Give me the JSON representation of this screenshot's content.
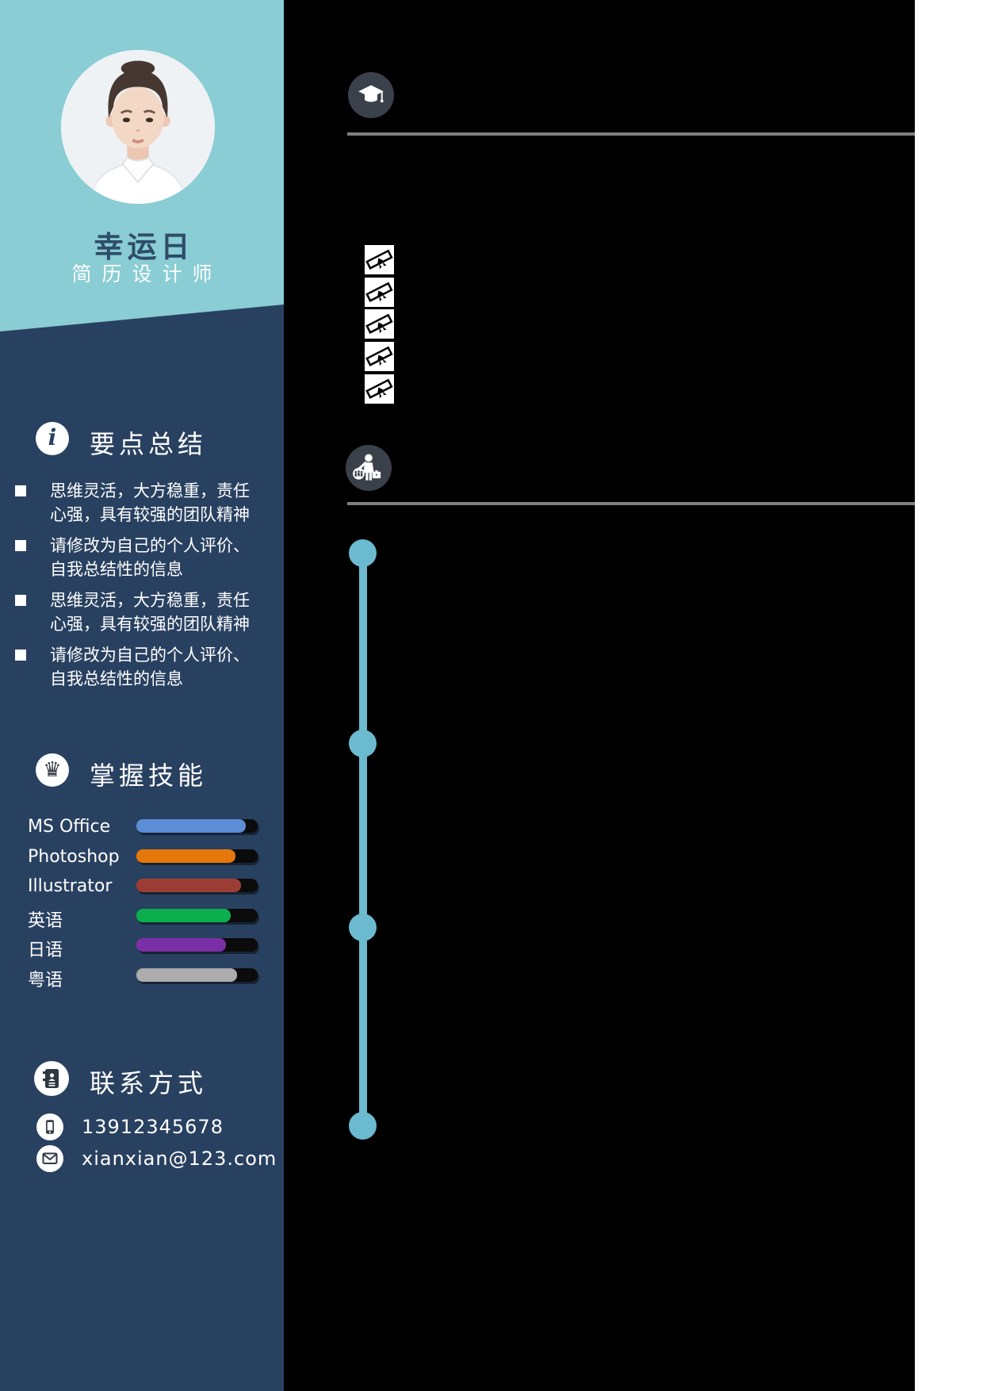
{
  "colors": {
    "header_teal": "#8ACDD4",
    "sidebar_bg": "#294160",
    "main_bg": "#000000",
    "page_bg": "#FFFFFF",
    "timeline_accent": "#6CBACF",
    "section_icon_bg": "#3A414B",
    "divider_gray": "#7F7F7F",
    "name_color": "#2E4D68"
  },
  "profile": {
    "name": "幸运日",
    "title": "简历设计师"
  },
  "sidebar": {
    "summary": {
      "heading": "要点总结",
      "icon": "info-icon",
      "items": [
        "思维灵活，大方稳重，责任心强，具有较强的团队精神",
        "请修改为自己的个人评价、自我总结性的信息",
        "思维灵活，大方稳重，责任心强，具有较强的团队精神",
        "请修改为自己的个人评价、自我总结性的信息"
      ]
    },
    "skills": {
      "heading": "掌握技能",
      "icon": "crown-icon",
      "crown_glyph": "♛",
      "items": [
        {
          "label": "MS Office",
          "percent": 90,
          "color": "#5B8ED6"
        },
        {
          "label": "Photoshop",
          "percent": 82,
          "color": "#E5780A"
        },
        {
          "label": "Illustrator",
          "percent": 86,
          "color": "#9E3D36"
        },
        {
          "label": "英语",
          "percent": 78,
          "color": "#0CAF4D"
        },
        {
          "label": "日语",
          "percent": 74,
          "color": "#7B2FA6"
        },
        {
          "label": "粤语",
          "percent": 83,
          "color": "#ACACAC"
        }
      ]
    },
    "contact": {
      "heading": "联系方式",
      "icon": "contacts-book-icon",
      "phone": "13912345678",
      "email": "xianxian@123.com"
    }
  },
  "main": {
    "education_section": {
      "icon": "graduation-cap-icon",
      "certificate_icon": "diploma-icon",
      "certificate_count": 5
    },
    "experience_section": {
      "icon": "businessman-icon"
    },
    "timeline": {
      "dot_count": 4
    }
  }
}
